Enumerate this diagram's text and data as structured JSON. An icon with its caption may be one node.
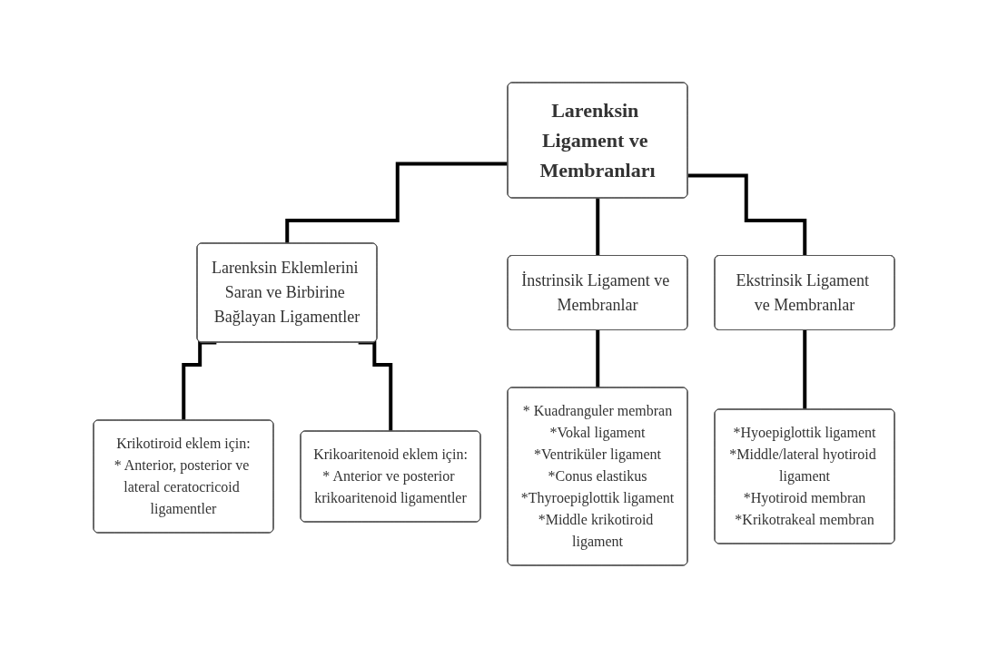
{
  "diagram": {
    "nodes": [
      {
        "text": [
          "Larenksin Ligament ve Membranları"
        ]
      },
      {
        "text": [
          "Larenksin Eklemlerini Saran ve Birbirine Bağlayan Ligamentler"
        ]
      },
      {
        "text": [
          "İnstrinsik Ligament ve Membranlar"
        ]
      },
      {
        "text": [
          "Ekstrinsik Ligament ve Membranlar"
        ]
      },
      {
        "text": [
          "Krikotiroid eklem için:",
          "* Anterior, posterior ve lateral ceratocricoid ligamentler"
        ]
      },
      {
        "text": [
          "Krikoaritenoid eklem için:",
          "* Anterior ve posterior krikoaritenoid ligamentler"
        ]
      },
      {
        "text": [
          "* Kuadranguler membran",
          "*Vokal ligament",
          "*Ventriküler ligament",
          "*Conus elastikus",
          "*Thyroepiglottik ligament",
          "*Middle krikotiroid ligament"
        ]
      },
      {
        "text": [
          "*Hyoepiglottik ligament",
          "*Middle/lateral hyotiroid ligament",
          "*Hyotiroid membran",
          "*Krikotrakeal membran"
        ]
      }
    ],
    "edges": [
      {
        "from": 0,
        "to": 1,
        "arrow": "none"
      },
      {
        "from": 0,
        "to": 2,
        "arrow": "none"
      },
      {
        "from": 0,
        "to": 3,
        "arrow": "none"
      },
      {
        "from": 1,
        "to": 4,
        "arrow": "none"
      },
      {
        "from": 1,
        "to": 5,
        "arrow": "none"
      },
      {
        "from": 2,
        "to": 6,
        "arrow": "none"
      },
      {
        "from": 3,
        "to": 7,
        "arrow": "none"
      }
    ]
  }
}
